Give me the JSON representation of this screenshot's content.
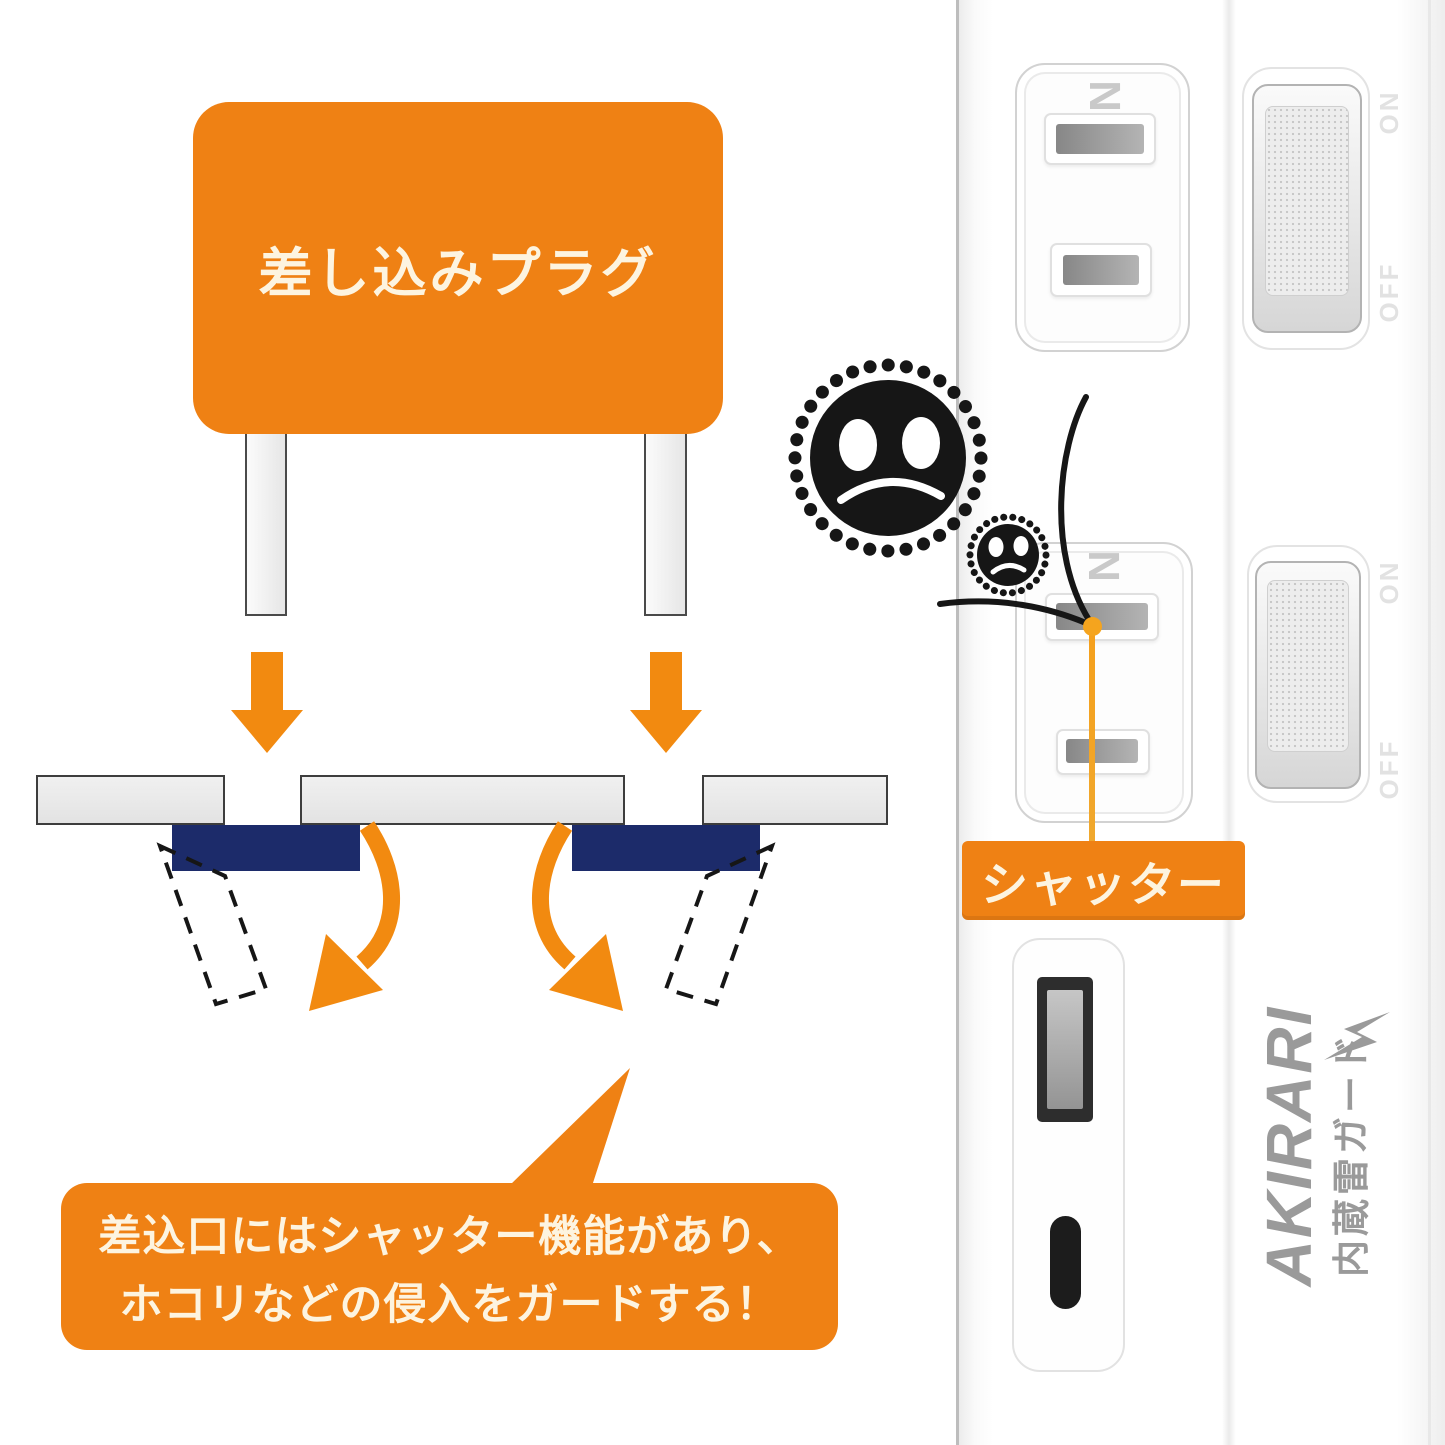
{
  "plug_diagram": {
    "plug_label": "差し込みプラグ",
    "bubble_line1": "差込口にはシャッター機能があり、",
    "bubble_line2": "ホコリなどの侵入をガードする！"
  },
  "callout": {
    "shutter_label": "シャッター"
  },
  "power_strip": {
    "outlet_marking": "N",
    "switch_on_label": "ON",
    "switch_off_label": "OFF",
    "brand_name": "AKIRARI",
    "brand_tagline": "内蔵雷ガード"
  },
  "icons": {
    "dust_large": "dust-germ-face-icon",
    "dust_small": "dust-germ-face-icon",
    "bolt": "lightning-bolt-icon"
  },
  "colors": {
    "orange": "#ef8114",
    "orange_bright": "#f28a10",
    "orange_line": "#f2a32a",
    "orange_dot": "#f5a41e",
    "navy": "#1c2b6a",
    "cream": "#fdf4e0",
    "brand_gray": "#9a9a9a",
    "dust": "#161616"
  }
}
